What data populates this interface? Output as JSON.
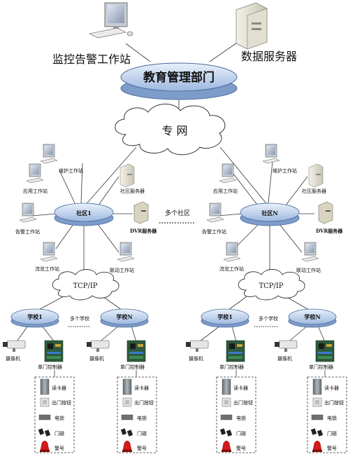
{
  "top": {
    "monitor_station": "监控告警工作站",
    "data_server": "数据服务器",
    "education_dept": "教育管理部门",
    "private_net": "专 网"
  },
  "community_left": {
    "hub": "社区1",
    "maintenance": "维护工作站",
    "application": "应用工作站",
    "community_server": "社区服务器",
    "alarm": "告警工作站",
    "dvr_server": "DVR服务器",
    "browse": "流览工作站",
    "linkage": "联动工作站"
  },
  "community_right": {
    "hub": "社区N",
    "maintenance": "维护工作站",
    "application": "应用工作站",
    "community_server": "社区服务器",
    "alarm": "告警工作站",
    "dvr_server": "DVR服务器",
    "browse": "流览工作站",
    "linkage": "联动工作站"
  },
  "multi_community": "多个社区",
  "tcpip": "TCP/IP",
  "schools": {
    "school_1": "学校1",
    "school_n": "学校N",
    "multi_school": "多个学校",
    "camera": "摄像机",
    "controller": "单门控制器"
  },
  "devices": {
    "card_reader": "读卡器",
    "exit_button": "出门按钮",
    "lock": "电锁",
    "door_sensor": "门磁",
    "alarm": "警号"
  }
}
